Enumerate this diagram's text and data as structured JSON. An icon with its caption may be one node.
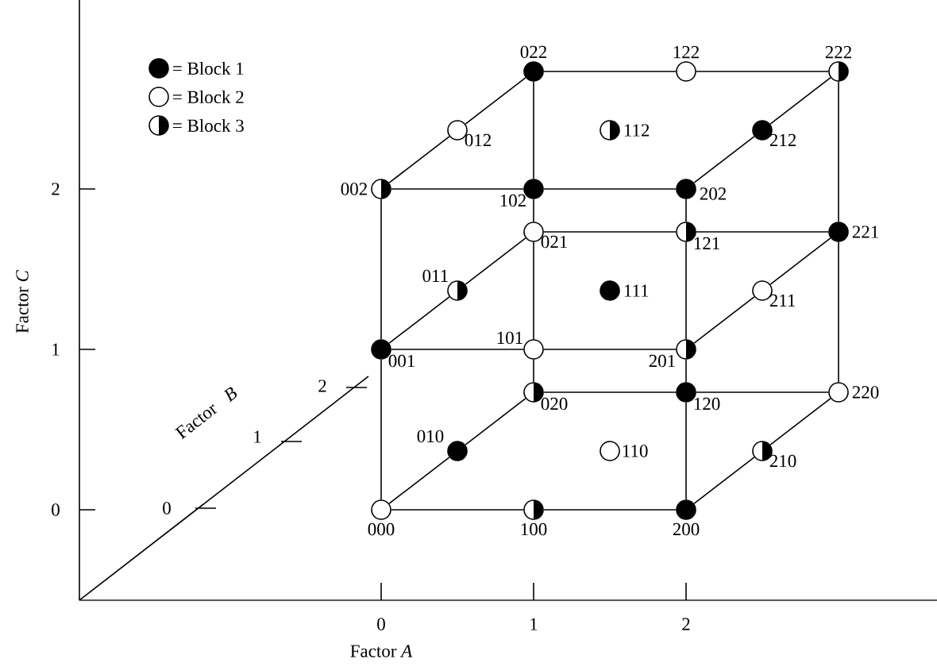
{
  "diagram": {
    "nodes": [
      {
        "text": [],
        "shape": "dot",
        "beside": [
          "022"
        ]
      },
      {
        "text": [],
        "shape": "circle",
        "beside": [
          "122"
        ]
      },
      {
        "text": [],
        "shape": "halfdot",
        "beside": [
          "222"
        ]
      },
      {
        "text": [],
        "shape": "circle",
        "beside": [
          "012"
        ]
      },
      {
        "text": [],
        "shape": "halfdot",
        "beside": [
          "112"
        ]
      },
      {
        "text": [],
        "shape": "dot",
        "beside": [
          "212"
        ]
      },
      {
        "text": [],
        "shape": "halfdot",
        "beside": [
          "002"
        ]
      },
      {
        "text": [],
        "shape": "dot",
        "beside": [
          "102"
        ]
      },
      {
        "text": [],
        "shape": "dot",
        "beside": [
          "202"
        ]
      },
      {
        "text": [],
        "shape": "circle",
        "beside": [
          "021"
        ]
      },
      {
        "text": [],
        "shape": "halfdot",
        "beside": [
          "121"
        ]
      },
      {
        "text": [],
        "shape": "dot",
        "beside": [
          "221"
        ]
      },
      {
        "text": [],
        "shape": "halfdot",
        "beside": [
          "011"
        ]
      },
      {
        "text": [],
        "shape": "dot",
        "beside": [
          "111"
        ]
      },
      {
        "text": [],
        "shape": "circle",
        "beside": [
          "211"
        ]
      },
      {
        "text": [],
        "shape": "dot",
        "beside": [
          "001"
        ]
      },
      {
        "text": [],
        "shape": "circle",
        "beside": [
          "101"
        ]
      },
      {
        "text": [],
        "shape": "halfdot",
        "beside": [
          "201"
        ]
      },
      {
        "text": [],
        "shape": "halfdot",
        "beside": [
          "020"
        ]
      },
      {
        "text": [],
        "shape": "dot",
        "beside": [
          "120"
        ]
      },
      {
        "text": [],
        "shape": "circle",
        "beside": [
          "220"
        ]
      },
      {
        "text": [],
        "shape": "dot",
        "beside": [
          "010"
        ]
      },
      {
        "text": [],
        "shape": "circle",
        "beside": [
          "110"
        ]
      },
      {
        "text": [],
        "shape": "halfdot",
        "beside": [
          "210"
        ]
      },
      {
        "text": [],
        "shape": "circle",
        "beside": [
          "000"
        ]
      },
      {
        "text": [],
        "shape": "halfdot",
        "beside": [
          "100"
        ]
      },
      {
        "text": [],
        "shape": "dot",
        "beside": [
          "200"
        ]
      }
    ],
    "edges": [
      {
        "from": 0,
        "to": 1,
        "arrow": "none"
      },
      {
        "from": 1,
        "to": 2,
        "arrow": "none"
      },
      {
        "from": 6,
        "to": 7,
        "arrow": "none"
      },
      {
        "from": 7,
        "to": 8,
        "arrow": "none"
      },
      {
        "from": 9,
        "to": 10,
        "arrow": "none"
      },
      {
        "from": 10,
        "to": 11,
        "arrow": "none"
      },
      {
        "from": 15,
        "to": 16,
        "arrow": "none"
      },
      {
        "from": 16,
        "to": 17,
        "arrow": "none"
      },
      {
        "from": 18,
        "to": 19,
        "arrow": "none"
      },
      {
        "from": 19,
        "to": 20,
        "arrow": "none"
      },
      {
        "from": 24,
        "to": 25,
        "arrow": "none"
      },
      {
        "from": 25,
        "to": 26,
        "arrow": "none"
      },
      {
        "from": 24,
        "to": 15,
        "arrow": "none"
      },
      {
        "from": 15,
        "to": 6,
        "arrow": "none"
      },
      {
        "from": 20,
        "to": 11,
        "arrow": "none"
      },
      {
        "from": 11,
        "to": 2,
        "arrow": "none"
      },
      {
        "from": 26,
        "to": 19,
        "arrow": "none"
      },
      {
        "from": 19,
        "to": 17,
        "arrow": "none"
      },
      {
        "from": 17,
        "to": 10,
        "arrow": "none"
      },
      {
        "from": 10,
        "to": 8,
        "arrow": "none"
      },
      {
        "from": 18,
        "to": 16,
        "arrow": "none"
      },
      {
        "from": 16,
        "to": 9,
        "arrow": "none"
      },
      {
        "from": 9,
        "to": 7,
        "arrow": "none"
      },
      {
        "from": 7,
        "to": 0,
        "arrow": "none"
      },
      {
        "from": 24,
        "to": 21,
        "arrow": "none"
      },
      {
        "from": 21,
        "to": 18,
        "arrow": "none"
      },
      {
        "from": 15,
        "to": 12,
        "arrow": "none"
      },
      {
        "from": 12,
        "to": 9,
        "arrow": "none"
      },
      {
        "from": 6,
        "to": 3,
        "arrow": "none"
      },
      {
        "from": 3,
        "to": 0,
        "arrow": "none"
      },
      {
        "from": 26,
        "to": 23,
        "arrow": "none"
      },
      {
        "from": 23,
        "to": 20,
        "arrow": "none"
      },
      {
        "from": 17,
        "to": 14,
        "arrow": "none"
      },
      {
        "from": 14,
        "to": 11,
        "arrow": "none"
      },
      {
        "from": 8,
        "to": 5,
        "arrow": "none"
      },
      {
        "from": 5,
        "to": 2,
        "arrow": "none"
      }
    ],
    "labels": [
      "2",
      "Factor *C*",
      "1",
      "2",
      "Factor *B*",
      "1",
      "0",
      "0",
      "0",
      "1",
      "2",
      "Factor *A*"
    ],
    "legend": [
      {
        "text": "= Block 1"
      },
      {
        "text": "= Block 2"
      },
      {
        "text": "= Block 3"
      }
    ]
  }
}
